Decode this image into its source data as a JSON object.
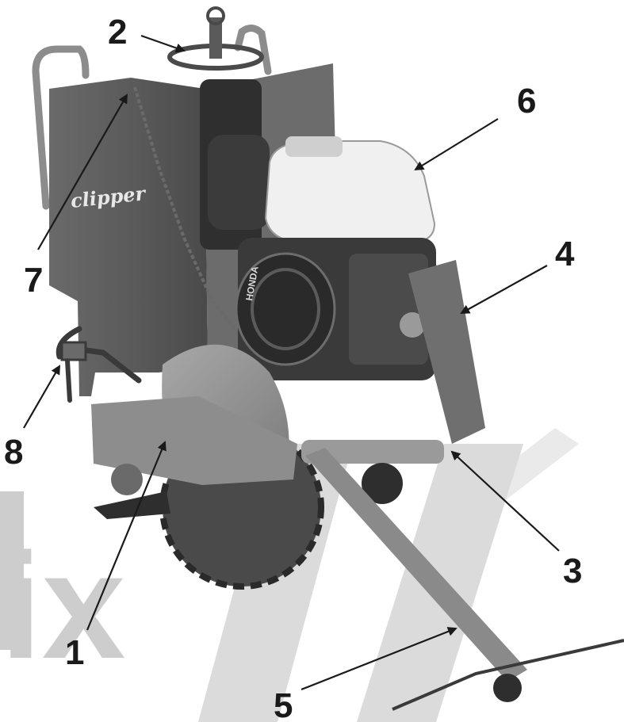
{
  "figure": {
    "brand_label": "clipper",
    "engine_badge": "HONDA",
    "callouts": [
      {
        "id": "1",
        "label": "1"
      },
      {
        "id": "2",
        "label": "2"
      },
      {
        "id": "3",
        "label": "3"
      },
      {
        "id": "4",
        "label": "4"
      },
      {
        "id": "5",
        "label": "5"
      },
      {
        "id": "6",
        "label": "6"
      },
      {
        "id": "7",
        "label": "7"
      },
      {
        "id": "8",
        "label": "8"
      }
    ]
  },
  "colors": {
    "ink": "#1a1a1a",
    "machine_dark": "#5a5a5a",
    "machine_mid": "#8a8a8a",
    "machine_light": "#b5b5b5",
    "engine_cover": "#f2f2f2",
    "watermark": "#c8c8c8"
  }
}
